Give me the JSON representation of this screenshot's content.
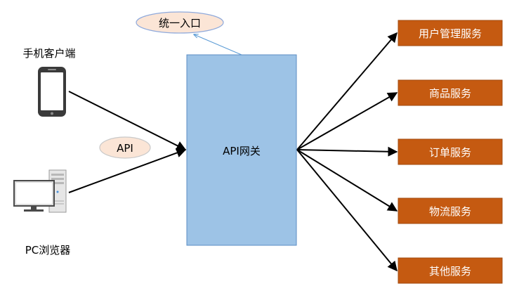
{
  "gateway": {
    "label": "API网关",
    "fill": "#9dc3e6",
    "stroke": "#5b8ec4"
  },
  "entry_tag": {
    "label": "统一入口",
    "fill": "#fbe5d6",
    "stroke": "#8faadc",
    "arrow_color": "#5b9bd5"
  },
  "api_tag": {
    "label": "API",
    "fill": "#fbe5d6",
    "stroke": "#c9c9c9"
  },
  "clients": [
    {
      "label": "手机客户端",
      "icon": "smartphone-icon"
    },
    {
      "label": "PC浏览器",
      "icon": "desktop-computer-icon"
    }
  ],
  "services": [
    {
      "label": "用户管理服务"
    },
    {
      "label": "商品服务"
    },
    {
      "label": "订单服务"
    },
    {
      "label": "物流服务"
    },
    {
      "label": "其他服务"
    }
  ],
  "colors": {
    "service_fill": "#c55a11",
    "service_text": "#ffffff",
    "arrow": "#000000",
    "text": "#000000"
  }
}
